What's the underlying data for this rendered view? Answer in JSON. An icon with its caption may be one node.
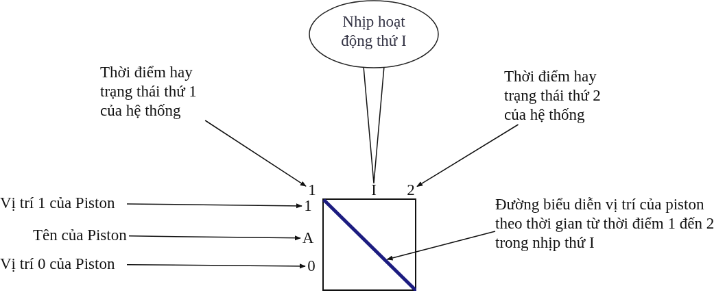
{
  "diagram": {
    "nodes": [
      {
        "text": [
          "Thời điểm hay trạng thái thứ 1 của hệ thống"
        ]
      },
      {
        "text": [
          "Nhịp hoạt động thứ I"
        ]
      },
      {
        "text": [
          "Thời điểm hay trạng thái thứ 2 của hệ thống"
        ]
      },
      {
        "text": [
          "1"
        ]
      },
      {
        "text": [
          "I"
        ]
      },
      {
        "text": [
          "2"
        ]
      },
      {
        "text": [
          "Vị trí 1 của Piston"
        ]
      },
      {
        "text": [
          "1"
        ]
      },
      {
        "text": [
          "Tên của Piston"
        ]
      },
      {
        "text": [
          "A"
        ]
      },
      {
        "text": [
          "Vị trí 0 của Piston"
        ]
      },
      {
        "text": [
          "0"
        ]
      },
      {
        "text": [],
        "shape": "box"
      },
      {
        "text": [
          "Đường biểu diễn vị trí của piston theo thời gian từ thời điểm 1 đến 2 trong nhịp thứ I"
        ]
      },
      {
        "text": [],
        "shape": "line",
        "in": 12
      }
    ],
    "edges": [
      {
        "from": 0,
        "to": 3,
        "arrow": "to"
      },
      {
        "from": 1,
        "to": 4,
        "arrow": "none"
      },
      {
        "from": 2,
        "to": 5,
        "arrow": "to"
      },
      {
        "from": 6,
        "to": 7,
        "arrow": "to"
      },
      {
        "from": 8,
        "to": 9,
        "arrow": "to"
      },
      {
        "from": 10,
        "to": 11,
        "arrow": "to"
      },
      {
        "from": 13,
        "to": 14,
        "arrow": "to"
      }
    ]
  }
}
